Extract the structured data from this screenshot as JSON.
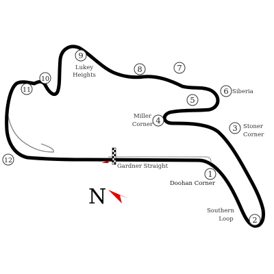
{
  "map": {
    "north_label": "N",
    "colors": {
      "track": "#000000",
      "runoff": "#8a8a8a",
      "north_arrow": "#e00000",
      "grid_marker": "#cc0000",
      "text": "#333333",
      "corner_circle": "#333333"
    },
    "corners": [
      {
        "number": "1",
        "name": "Doohan Corner"
      },
      {
        "number": "2",
        "name": "Southern Loop"
      },
      {
        "number": "3",
        "name": "Stoner Corner"
      },
      {
        "number": "4",
        "name": "Miller Corner"
      },
      {
        "number": "5",
        "name": ""
      },
      {
        "number": "6",
        "name": "Siberia"
      },
      {
        "number": "7",
        "name": ""
      },
      {
        "number": "8",
        "name": ""
      },
      {
        "number": "9",
        "name": "Lukey Heights"
      },
      {
        "number": "10",
        "name": ""
      },
      {
        "number": "11",
        "name": ""
      },
      {
        "number": "12",
        "name": ""
      }
    ],
    "straight_label": "Gardner Straight"
  }
}
